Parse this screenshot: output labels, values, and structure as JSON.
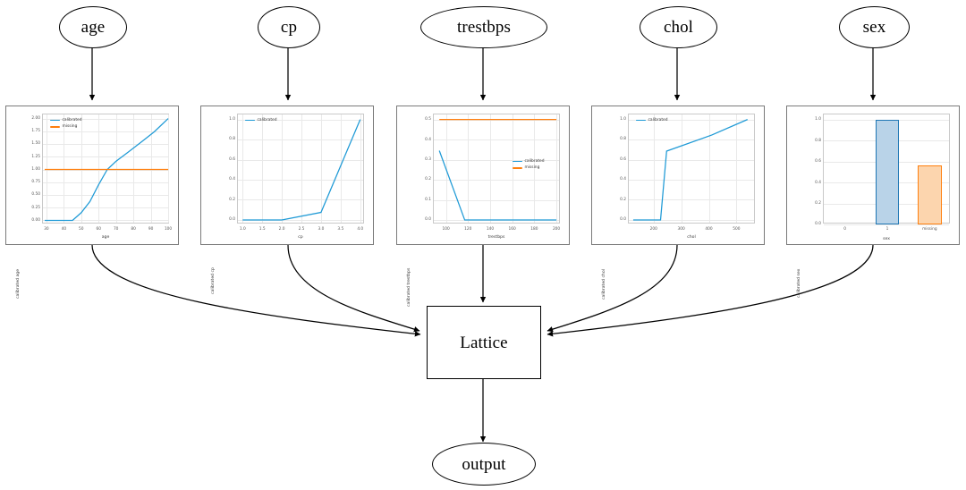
{
  "graph": {
    "inputs": [
      {
        "id": "age",
        "label": "age"
      },
      {
        "id": "cp",
        "label": "cp"
      },
      {
        "id": "trestbps",
        "label": "trestbps"
      },
      {
        "id": "chol",
        "label": "chol"
      },
      {
        "id": "sex",
        "label": "sex"
      }
    ],
    "lattice": {
      "label": "Lattice"
    },
    "output": {
      "label": "output"
    }
  },
  "colors": {
    "calibrated": "#1f9ad6",
    "missing": "#ff7f0e",
    "bar_blue_face": "#b9d3e8",
    "bar_blue_edge": "#1f77b4",
    "bar_orange_face": "#fcd5ae",
    "bar_orange_edge": "#ff7f0e",
    "panel_border": "#7a7a7a",
    "axes_border": "#c9c9c9",
    "grid": "#e9e9e9",
    "edge": "#000000"
  },
  "chart_data": [
    {
      "id": "age",
      "type": "line",
      "title": "",
      "xlabel": "age",
      "ylabel": "calibrated age",
      "xlim": [
        28,
        101
      ],
      "ylim": [
        -0.08,
        2.08
      ],
      "xticks": [
        30,
        40,
        50,
        60,
        70,
        80,
        90,
        100
      ],
      "yticks": [
        0.0,
        0.25,
        0.5,
        0.75,
        1.0,
        1.25,
        1.5,
        1.75,
        2.0
      ],
      "ytick_labels": [
        "0.00",
        "0.25",
        "0.50",
        "0.75",
        "1.00",
        "1.25",
        "1.50",
        "1.75",
        "2.00"
      ],
      "grid": true,
      "legend_position": "upper left",
      "series": [
        {
          "name": "calibrated",
          "color": "#1f9ad6",
          "x": [
            29,
            45,
            50,
            55,
            60,
            65,
            70,
            77,
            85,
            92,
            100
          ],
          "y": [
            0.0,
            0.0,
            0.15,
            0.37,
            0.7,
            1.0,
            1.16,
            1.34,
            1.55,
            1.74,
            2.0
          ]
        },
        {
          "name": "missing",
          "color": "#ff7f0e",
          "x": [
            29,
            100
          ],
          "y": [
            1.0,
            1.0
          ]
        }
      ]
    },
    {
      "id": "cp",
      "type": "line",
      "title": "",
      "xlabel": "cp",
      "ylabel": "calibrated cp",
      "xlim": [
        0.88,
        4.12
      ],
      "ylim": [
        -0.045,
        1.05
      ],
      "xticks": [
        1.0,
        1.5,
        2.0,
        2.5,
        3.0,
        3.5,
        4.0
      ],
      "xtick_labels": [
        "1.0",
        "1.5",
        "2.0",
        "2.5",
        "3.0",
        "3.5",
        "4.0"
      ],
      "yticks": [
        0.0,
        0.2,
        0.4,
        0.6,
        0.8,
        1.0
      ],
      "ytick_labels": [
        "0.0",
        "0.2",
        "0.4",
        "0.6",
        "0.8",
        "1.0"
      ],
      "grid": true,
      "legend_position": "upper left",
      "series": [
        {
          "name": "calibrated",
          "color": "#1f9ad6",
          "x": [
            1.0,
            2.0,
            3.0,
            4.0
          ],
          "y": [
            0.0,
            0.0,
            0.075,
            1.0
          ]
        }
      ]
    },
    {
      "id": "trestbps",
      "type": "line",
      "title": "",
      "xlabel": "trestbps",
      "ylabel": "calibrated trestbps",
      "xlim": [
        89,
        204
      ],
      "ylim": [
        -0.022,
        0.525
      ],
      "xticks": [
        100,
        120,
        140,
        160,
        180,
        200
      ],
      "yticks": [
        0.0,
        0.1,
        0.2,
        0.3,
        0.4,
        0.5
      ],
      "ytick_labels": [
        "0.0",
        "0.1",
        "0.2",
        "0.3",
        "0.4",
        "0.5"
      ],
      "grid": true,
      "legend_position": "center right",
      "series": [
        {
          "name": "calibrated",
          "color": "#1f9ad6",
          "x": [
            94,
            117,
            200
          ],
          "y": [
            0.345,
            0.0,
            0.0
          ]
        },
        {
          "name": "missing",
          "color": "#ff7f0e",
          "x": [
            94,
            200
          ],
          "y": [
            0.5,
            0.5
          ]
        }
      ]
    },
    {
      "id": "chol",
      "type": "line",
      "title": "",
      "xlabel": "chol",
      "ylabel": "calibrated chol",
      "xlim": [
        110,
        570
      ],
      "ylim": [
        -0.045,
        1.05
      ],
      "xticks": [
        200,
        300,
        400,
        500
      ],
      "yticks": [
        0.0,
        0.2,
        0.4,
        0.6,
        0.8,
        1.0
      ],
      "ytick_labels": [
        "0.0",
        "0.2",
        "0.4",
        "0.6",
        "0.8",
        "1.0"
      ],
      "grid": true,
      "legend_position": "upper left",
      "series": [
        {
          "name": "calibrated",
          "color": "#1f9ad6",
          "x": [
            126,
            225,
            247,
            410,
            540
          ],
          "y": [
            0.0,
            0.0,
            0.685,
            0.845,
            1.0
          ]
        }
      ]
    },
    {
      "id": "sex",
      "type": "bar",
      "title": "",
      "xlabel": "sex",
      "ylabel": "calibrated sex",
      "categories": [
        "0",
        "1",
        "missing"
      ],
      "values": [
        0.0,
        1.0,
        0.56
      ],
      "ylim": [
        0.0,
        1.05
      ],
      "yticks": [
        0.0,
        0.2,
        0.4,
        0.6,
        0.8,
        1.0
      ],
      "ytick_labels": [
        "0.0",
        "0.2",
        "0.4",
        "0.6",
        "0.8",
        "1.0"
      ],
      "grid": true,
      "bar_colors": [
        "#b9d3e8",
        "#b9d3e8",
        "#fcd5ae"
      ],
      "bar_edge_colors": [
        "#1f77b4",
        "#1f77b4",
        "#ff7f0e"
      ]
    }
  ]
}
